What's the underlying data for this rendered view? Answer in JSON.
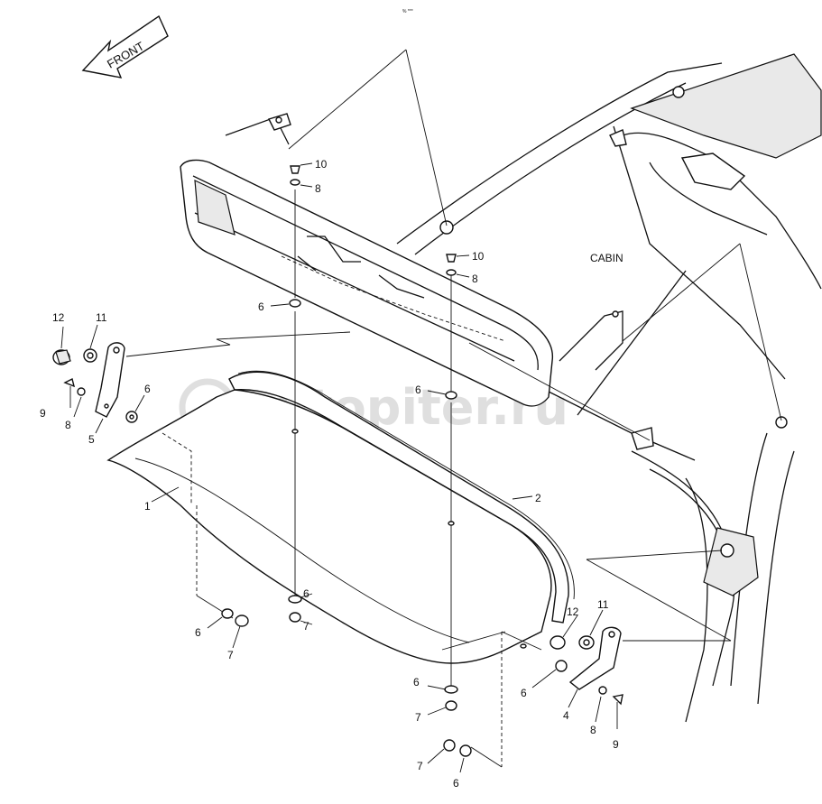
{
  "diagram": {
    "front_label": "FRONT",
    "cabin_label": "CABIN",
    "watermark": "autopiter.ru",
    "corner_mark": "% ***",
    "labels": {
      "l1": "1",
      "l2": "2",
      "l4": "4",
      "l5": "5",
      "l6a": "6",
      "l6b": "6",
      "l6c": "6",
      "l6d": "6",
      "l6e": "6",
      "l6f": "6",
      "l6g": "6",
      "l6h": "6",
      "l7a": "7",
      "l7b": "7",
      "l7c": "7",
      "l7d": "7",
      "l8a": "8",
      "l8b": "8",
      "l8c": "8",
      "l8d": "8",
      "l9a": "9",
      "l9b": "9",
      "l10a": "10",
      "l10b": "10",
      "l11a": "11",
      "l11b": "11",
      "l12a": "12",
      "l12b": "12"
    }
  }
}
